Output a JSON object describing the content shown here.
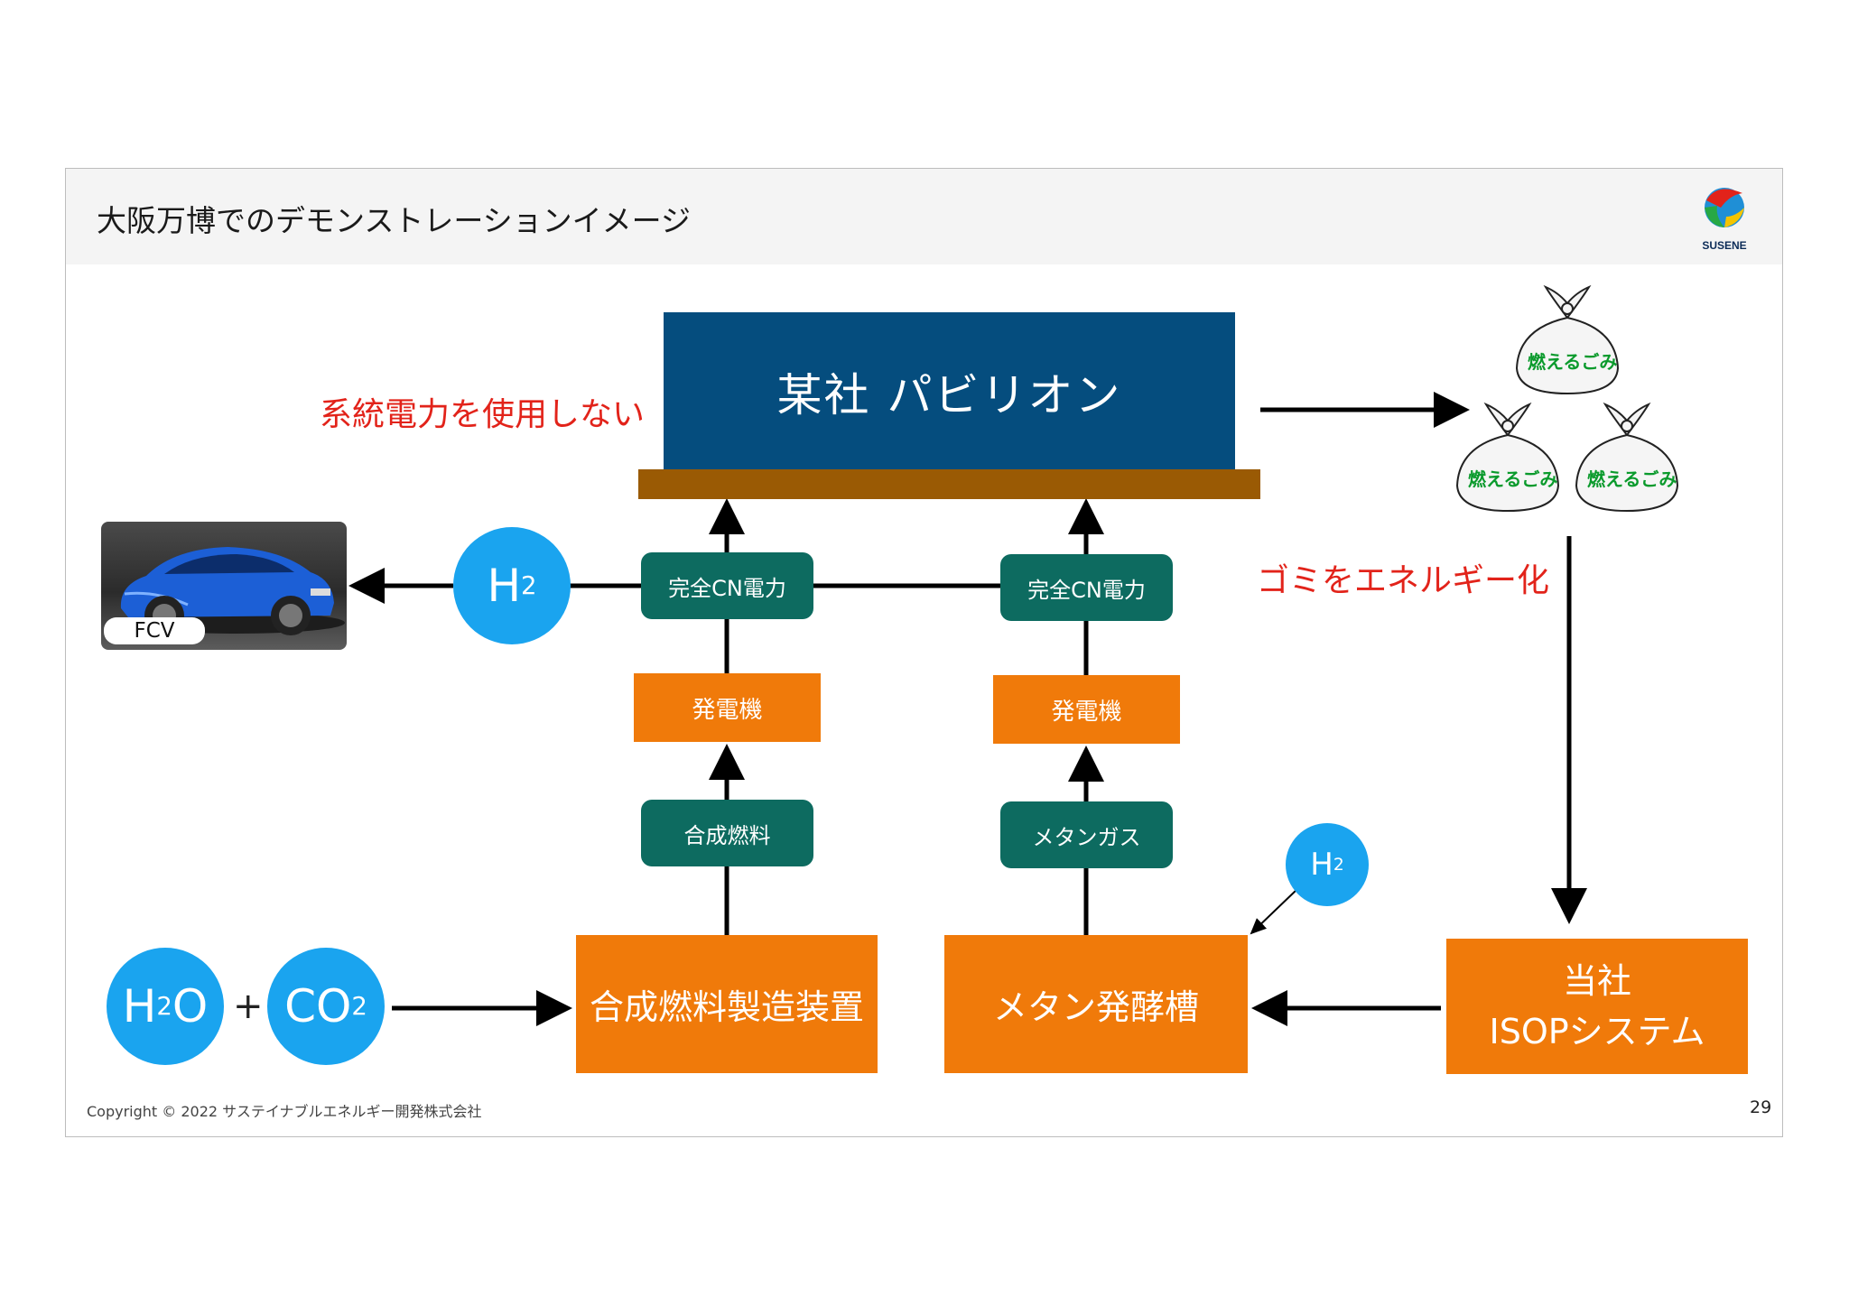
{
  "header": {
    "title": "大阪万博でのデモンストレーションイメージ",
    "logo_text": "SUSENE"
  },
  "pavilion": {
    "label": "某社 パビリオン"
  },
  "no_grid_label": "系統電力を使用しない",
  "waste_to_energy_label": "ゴミをエネルギー化",
  "fcv": {
    "label": "FCV"
  },
  "h2_main": {
    "symbol": "H",
    "sub": "2"
  },
  "h2_small": {
    "symbol": "H",
    "sub": "2"
  },
  "h2o": {
    "a": "H",
    "sub": "2",
    "b": "O"
  },
  "plus": "+",
  "co2": {
    "a": "CO",
    "sub": "2"
  },
  "left_column": {
    "power_label": "完全CN電力",
    "generator_label": "発電機",
    "fuel_label": "合成燃料",
    "device_label": "合成燃料製造装置"
  },
  "right_column": {
    "power_label": "完全CN電力",
    "generator_label": "発電機",
    "gas_label": "メタンガス",
    "tank_label": "メタン発酵槽"
  },
  "isop": {
    "line1": "当社",
    "line2": "ISOPシステム"
  },
  "garbage_bags": [
    {
      "label": "燃えるごみ"
    },
    {
      "label": "燃えるごみ"
    },
    {
      "label": "燃えるごみ"
    }
  ],
  "footer": {
    "copyright": "Copyright © 2022 サステイナブルエネルギー開発株式会社",
    "page": "29"
  },
  "colors": {
    "pavilion": "#054d7e",
    "base": "#9a5a04",
    "pill": "#0d6b60",
    "orange": "#f07a0a",
    "h2_circle": "#1aa4ef",
    "red_text": "#e2231a",
    "bag_text": "#0a9a2c"
  }
}
